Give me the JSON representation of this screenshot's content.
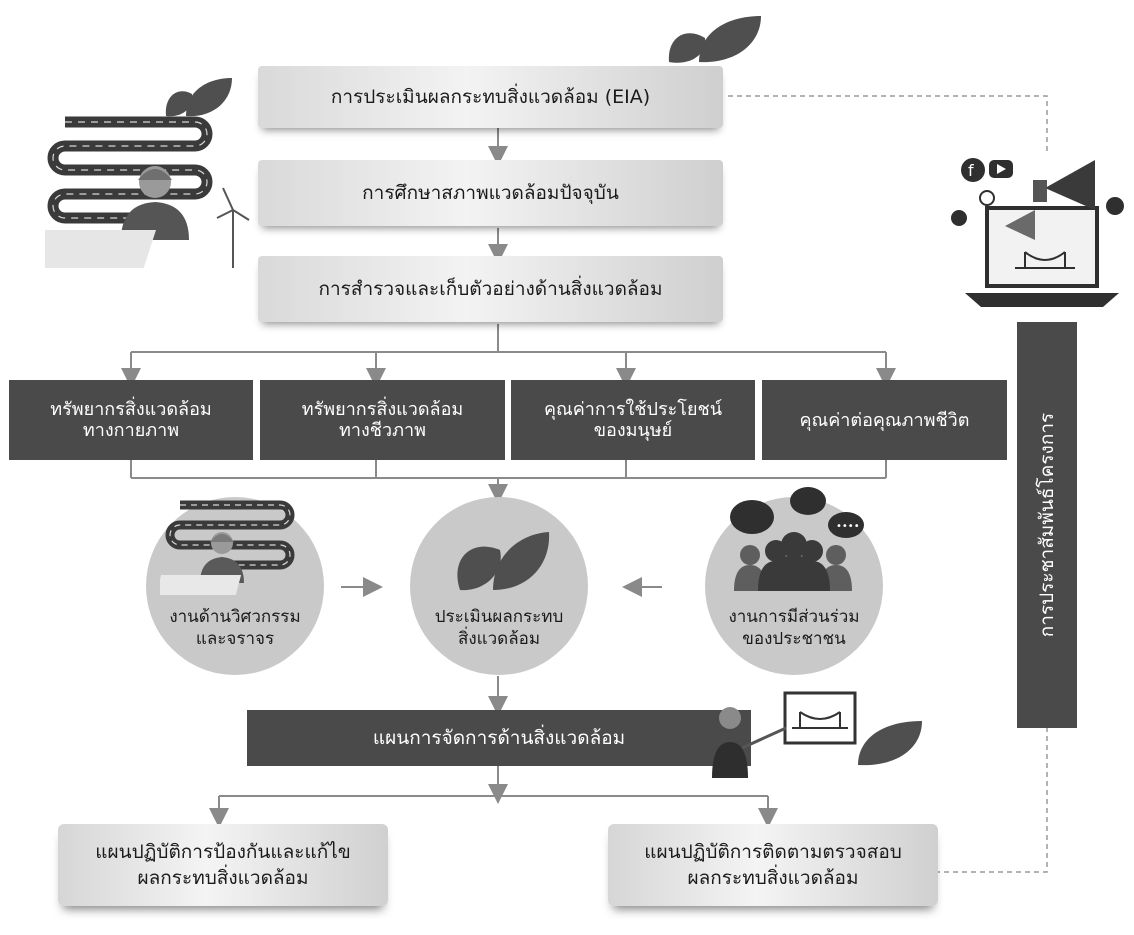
{
  "steps": {
    "eia": "การประเมินผลกระทบสิ่งแวดล้อม (EIA)",
    "baseline_study": "การศึกษาสภาพแวดล้อมปัจจุบัน",
    "survey_sampling": "การสำรวจและเก็บตัวอย่างด้านสิ่งแวดล้อม"
  },
  "topics": [
    {
      "label": "ทรัพยากรสิ่งแวดล้อม\nทางกายภาพ"
    },
    {
      "label": "ทรัพยากรสิ่งแวดล้อม\nทางชีวภาพ"
    },
    {
      "label": "คุณค่าการใช้ประโยชน์\nของมนุษย์"
    },
    {
      "label": "คุณค่าต่อคุณภาพชีวิต"
    }
  ],
  "circles": {
    "engineering": "งานด้านวิศวกรรม\nและจราจร",
    "assessment": "ประเมินผลกระทบ\nสิ่งแวดล้อม",
    "participation": "งานการมีส่วนร่วม\nของประชาชน"
  },
  "management_plan": "แผนการจัดการด้านสิ่งแวดล้อม",
  "outcomes": {
    "prevention": "แผนปฏิบัติการป้องกันและแก้ไข\nผลกระทบสิ่งแวดล้อม",
    "monitoring": "แผนปฏิบัติการติดตามตรวจสอบ\nผลกระทบสิ่งแวดล้อม"
  },
  "public_relations": "การประชาสัมพันธ์โครงการ",
  "colors": {
    "dark_box": "#4a4a4a",
    "circle_fill": "#c9c9c9",
    "arrow": "#8a8a8a",
    "leaf": "#4f4f4f"
  },
  "icons": [
    "leaf-icon",
    "engineer-icon",
    "wind-turbine-icon",
    "megaphone-icon",
    "laptop-icon",
    "facebook-icon",
    "youtube-icon",
    "instagram-icon",
    "whatsapp-icon",
    "tiktok-icon",
    "crowd-icon",
    "speech-bubble-icon",
    "presentation-board-icon",
    "bridge-icon"
  ]
}
